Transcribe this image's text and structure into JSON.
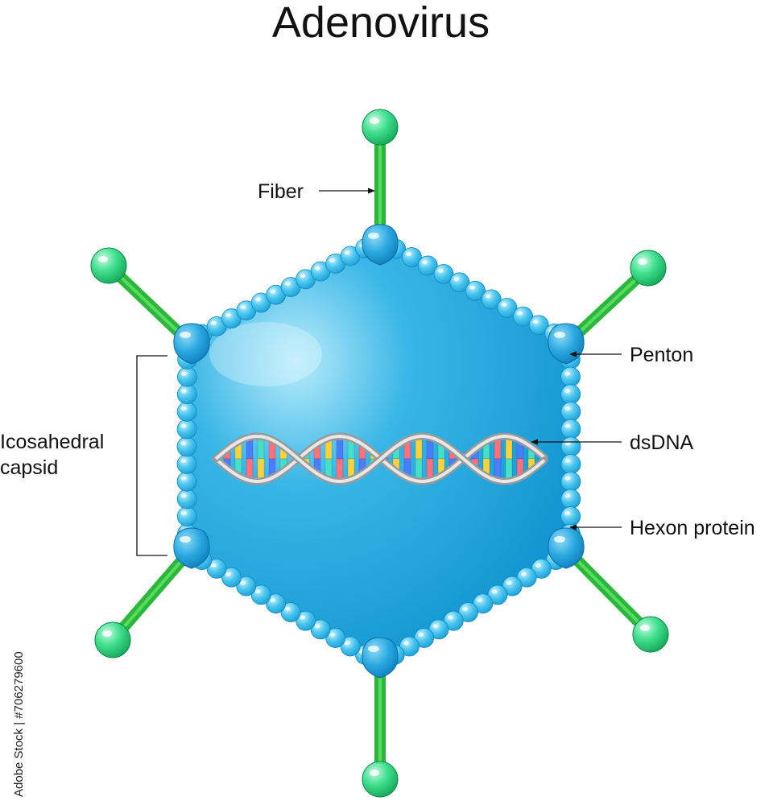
{
  "title": "Adenovirus",
  "labels": {
    "fiber": "Fiber",
    "penton": "Penton",
    "dsdna": "dsDNA",
    "hexon": "Hexon protein",
    "capsid_line1": "Icosahedral",
    "capsid_line2": "capsid"
  },
  "watermark": {
    "stock_id": "Adobe Stock | #706279600"
  },
  "colors": {
    "capsid_fill": "#1aa6dc",
    "capsid_light": "#9fe3f7",
    "hexon": "#3cc0ee",
    "penton": "#1e96d6",
    "fiber_stem": "#2ecc40",
    "fiber_knob": "#2fd07a",
    "dna_backbone": "#c9c9c9",
    "dna_bases": [
      "#ff6f7d",
      "#ffd23c",
      "#4d7dff",
      "#46e0c8"
    ]
  }
}
